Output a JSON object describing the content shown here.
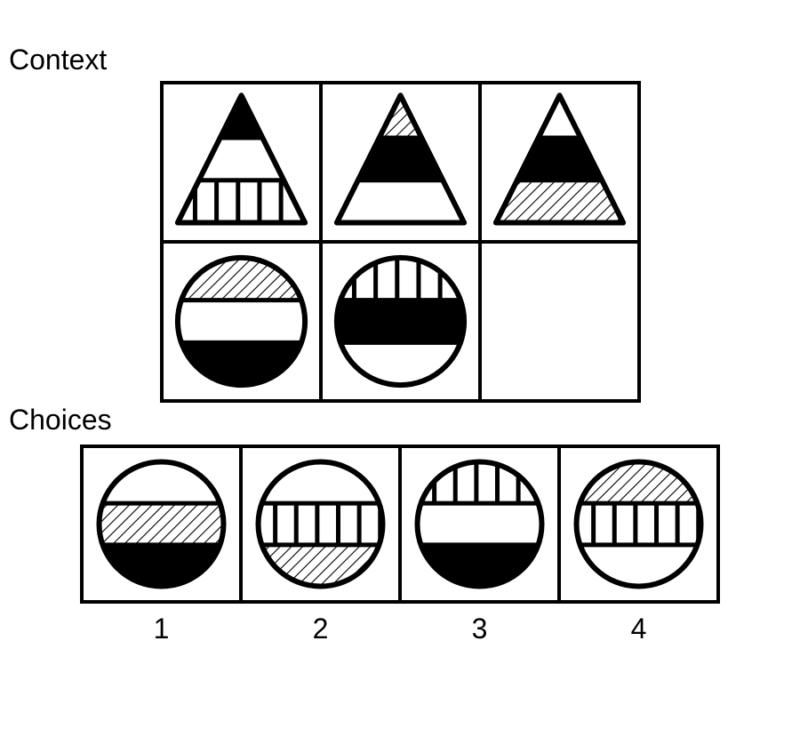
{
  "headings": {
    "context": "Context",
    "choices": "Choices"
  },
  "colors": {
    "ink": "#000000",
    "paper": "#ffffff"
  },
  "context": {
    "rows": [
      {
        "shape": "triangle",
        "cells": [
          [
            "solid",
            "white",
            "vertical-stripes"
          ],
          [
            "diagonal-hatch",
            "solid",
            "white"
          ],
          [
            "white",
            "solid",
            "diagonal-hatch"
          ]
        ]
      },
      {
        "shape": "circle",
        "cells": [
          [
            "diagonal-hatch",
            "white",
            "solid"
          ],
          [
            "vertical-stripes",
            "solid",
            "white"
          ],
          null
        ]
      }
    ]
  },
  "choices": [
    {
      "label": "1",
      "shape": "circle",
      "bands": [
        "white",
        "diagonal-hatch",
        "solid"
      ]
    },
    {
      "label": "2",
      "shape": "circle",
      "bands": [
        "white",
        "vertical-stripes",
        "diagonal-hatch"
      ]
    },
    {
      "label": "3",
      "shape": "circle",
      "bands": [
        "vertical-stripes",
        "white",
        "solid"
      ]
    },
    {
      "label": "4",
      "shape": "circle",
      "bands": [
        "diagonal-hatch",
        "vertical-stripes",
        "white"
      ]
    }
  ]
}
